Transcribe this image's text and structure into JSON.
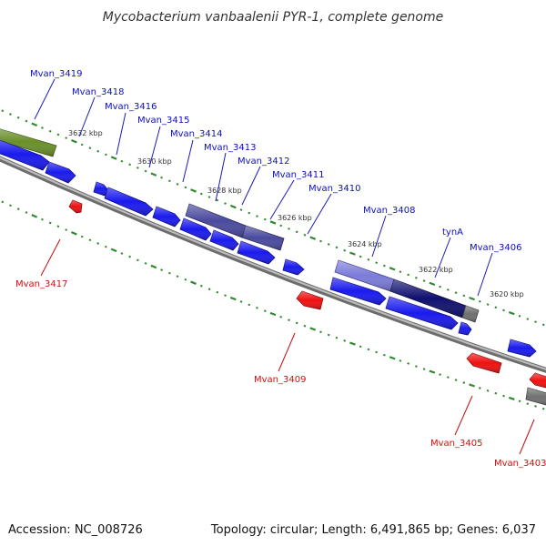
{
  "title": "Mycobacterium vanbaalenii PYR-1, complete genome",
  "footer": {
    "accession": "Accession: NC_008726",
    "summary": "Topology: circular; Length: 6,491,865 bp; Genes: 6,037"
  },
  "colors": {
    "forward": "#1a1aee",
    "reverse": "#ee1111",
    "highlight_dark": "#101070",
    "highlight_mid": "#4a4a9e",
    "highlight_light": "#7b7bd9",
    "rna": "#6a8f2a",
    "pseudo": "#707070",
    "backbone": "#8a8a8a",
    "ticks": "#2f8a2f"
  },
  "kbp_labels": [
    "3632 kbp",
    "3630 kbp",
    "3628 kbp",
    "3626 kbp",
    "3624 kbp",
    "3622 kbp",
    "3620 kbp"
  ],
  "gene_labels": {
    "g3419": "Mvan_3419",
    "g3418": "Mvan_3418",
    "g3416": "Mvan_3416",
    "g3415": "Mvan_3415",
    "g3414": "Mvan_3414",
    "g3413": "Mvan_3413",
    "g3412": "Mvan_3412",
    "g3411": "Mvan_3411",
    "g3410": "Mvan_3410",
    "g3408": "Mvan_3408",
    "gtyna": "tynA",
    "g3406": "Mvan_3406",
    "g3417": "Mvan_3417",
    "g3409": "Mvan_3409",
    "g3405": "Mvan_3405",
    "g3403": "Mvan_3403"
  }
}
